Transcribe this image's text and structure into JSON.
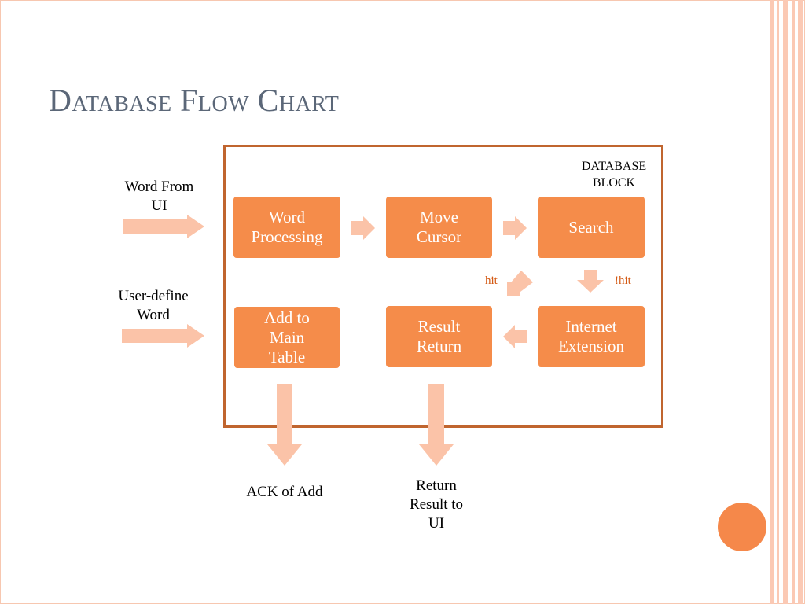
{
  "slide": {
    "title": "Database Flow Chart"
  },
  "inputs": {
    "word_from_ui": "Word From\nUI",
    "user_define_word": "User-define\nWord"
  },
  "database_block": {
    "label": "DATABASE\nBLOCK"
  },
  "boxes": {
    "word_processing": "Word\nProcessing",
    "move_cursor": "Move\nCursor",
    "search": "Search",
    "add_to_main_table": "Add to\nMain\nTable",
    "result_return": "Result\nReturn",
    "internet_extension": "Internet\nExtension"
  },
  "branch_labels": {
    "hit": "hit",
    "not_hit": "!hit"
  },
  "outputs": {
    "ack_of_add": "ACK of Add",
    "return_result_to_ui": "Return\nResult to\nUI"
  },
  "colors": {
    "box_fill": "#f58c4a",
    "arrow_fill": "#fbc3a8",
    "frame": "#c0652f",
    "title": "#5b6778",
    "accent": "#f5884a"
  }
}
